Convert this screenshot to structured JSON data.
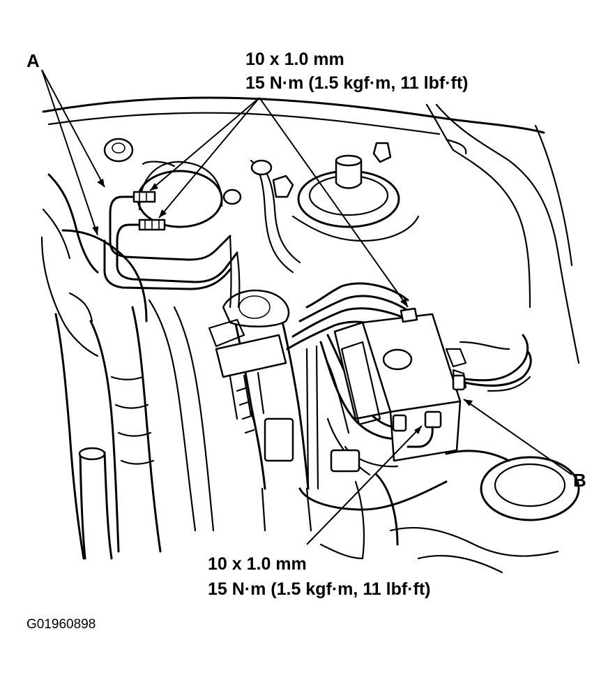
{
  "callouts": {
    "a": "A",
    "b": "B"
  },
  "torque_top": {
    "size": "10 x 1.0 mm",
    "value": "15 N·m (1.5 kgf·m, 11 lbf·ft)"
  },
  "torque_bottom": {
    "size": "10 x 1.0 mm",
    "value": "15 N·m (1.5 kgf·m, 11 lbf·ft)"
  },
  "figure_code": "G01960898"
}
